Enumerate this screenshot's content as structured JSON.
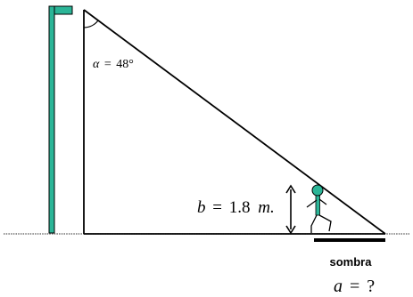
{
  "angle_label": {
    "symbol": "α",
    "equals": "=",
    "value": "48°"
  },
  "height_label": {
    "variable": "b",
    "equals": "=",
    "value": "1.8",
    "unit": "m."
  },
  "shadow_label": {
    "caption": "sombra",
    "variable": "a",
    "equals": "=",
    "value": "?"
  },
  "colors": {
    "lamp_post": "#2bb597",
    "person": "#2bb597",
    "lines": "#000000",
    "ground": "#555555"
  },
  "icons": {
    "lamp_post": "street-lamp-icon",
    "person": "walking-person-icon",
    "arrow": "double-headed-arrow-icon"
  }
}
